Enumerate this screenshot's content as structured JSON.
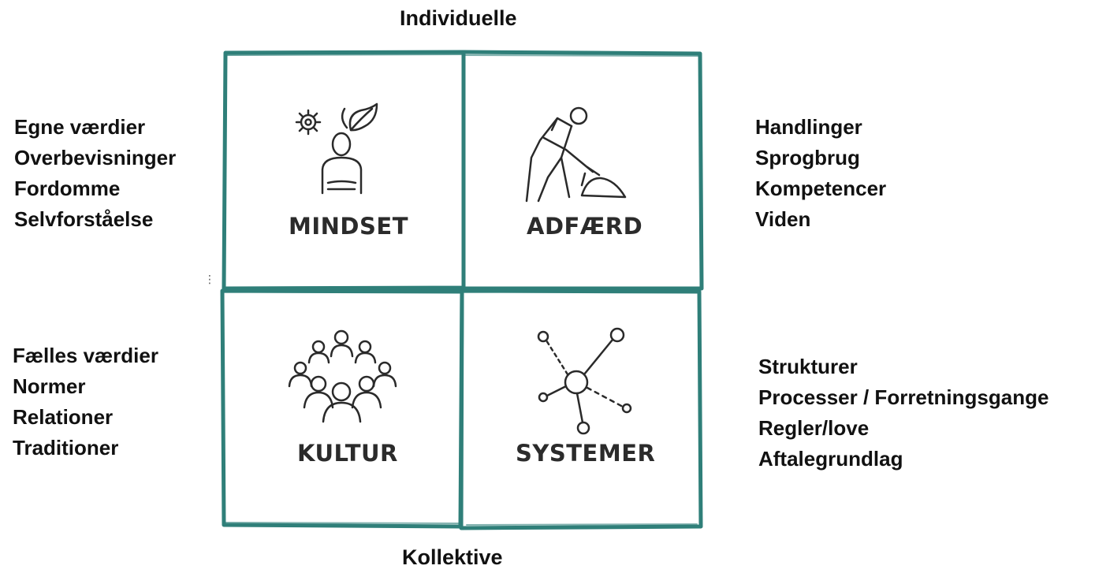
{
  "axes": {
    "top": "Individuelle",
    "bottom": "Kollektive"
  },
  "quadrants": [
    {
      "id": "mindset",
      "label": "MINDSET",
      "icon": "person-thinking-icon"
    },
    {
      "id": "adfaerd",
      "label": "ADFÆRD",
      "icon": "person-digging-icon"
    },
    {
      "id": "kultur",
      "label": "KULTUR",
      "icon": "group-of-people-icon"
    },
    {
      "id": "systemer",
      "label": "SYSTEMER",
      "icon": "network-nodes-icon"
    }
  ],
  "lists": {
    "top_left": [
      "Egne værdier",
      "Overbevisninger",
      "Fordomme",
      "Selvforståelse"
    ],
    "top_right": [
      "Handlinger",
      "Sprogbrug",
      "Kompetencer",
      "Viden"
    ],
    "bottom_left": [
      "Fælles værdier",
      "Normer",
      "Relationer",
      "Traditioner"
    ],
    "bottom_right": [
      "Strukturer",
      "Processer / Forretningsgange",
      "Regler/love",
      "Aftalegrundlag"
    ]
  },
  "colors": {
    "frame": "#2f7f79",
    "text": "#111111",
    "sketch": "#2a2a2a"
  }
}
